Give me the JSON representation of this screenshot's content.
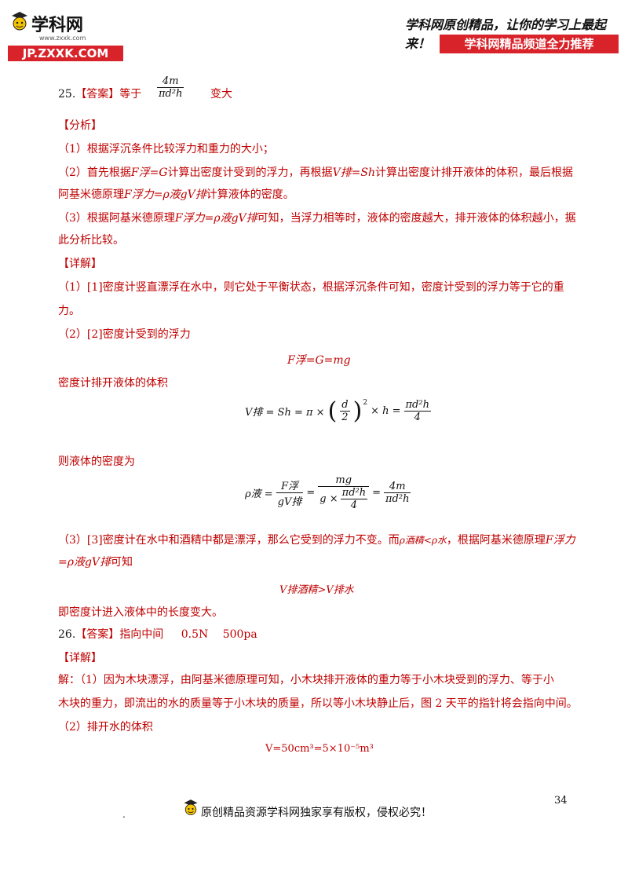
{
  "header": {
    "logo_title": "学科网",
    "logo_url": "www.zxxk.com",
    "logo_brand": "JP.ZXXK.COM",
    "slogan": "学科网原创精品，让你的学习上最起来！",
    "banner": "学科网精品频道全力推荐"
  },
  "q25": {
    "number": "25.",
    "answer_tag": "【答案】",
    "answer_text1": "等于",
    "frac_num": "4m",
    "frac_den": "πd²h",
    "answer_text2": "变大",
    "analysis_tag": "【分析】",
    "a1": "（1）根据浮沉条件比较浮力和重力的大小；",
    "a2_pre": "（2）首先根据",
    "a2_formula1": "F浮=G",
    "a2_mid1": "计算出密度计受到的浮力，再根据",
    "a2_formula2": "V排=Sh",
    "a2_mid2": "计算出密度计排开液体的体积，最后根据",
    "a2_line2_pre": "阿基米德原理",
    "a2_formula3": "F浮力=ρ液gV排",
    "a2_line2_post": "计算液体的密度。",
    "a3_pre": "（3）根据阿基米德原理",
    "a3_formula": "F浮力=ρ液gV排",
    "a3_post": "可知，当浮力相等时，液体的密度越大，排开液体的体积越小，据",
    "a3_line2": "此分析比较。",
    "detail_tag": "【详解】",
    "d1_line1": "（1）[1]密度计竖直漂浮在水中，则它处于平衡状态，根据浮沉条件可知，密度计受到的浮力等于它的重",
    "d1_line2": "力。",
    "d2": "（2）[2]密度计受到的浮力",
    "eq1": "F浮=G=mg",
    "d_volume": "密度计排开液体的体积",
    "eq2_lhs": "V排 = Sh = π ×",
    "eq2_frac_num": "d",
    "eq2_frac_den": "2",
    "eq2_rhs": "× h =",
    "eq2_frac2_num": "πd²h",
    "eq2_frac2_den": "4",
    "d_density": "则液体的密度为",
    "eq3_lhs": "ρ液 =",
    "eq3_f1_num": "F浮",
    "eq3_f1_den": "gV排",
    "eq3_f2_num": "mg",
    "eq3_f2_den_pre": "g ×",
    "eq3_f2_den_num": "πd²h",
    "eq3_f2_den_den": "4",
    "eq3_f3_num": "4m",
    "eq3_f3_den": "πd²h",
    "d3_line1_pre": "（3）[3]密度计在水中和酒精中都是漂浮，那么它受到的浮力不变。而",
    "d3_cmp": "ρ酒精<ρ水",
    "d3_line1_post": "，根据阿基米德原理",
    "d3_line1_formula": "F浮力",
    "d3_line2_formula": "=ρ液gV排",
    "d3_line2_post": "可知",
    "eq4": "V排酒精>V排水",
    "d3_conclusion": "即密度计进入液体中的长度变大。"
  },
  "q26": {
    "number": "26.",
    "answer_tag": "【答案】",
    "answer1": "指向中间",
    "answer2": "0.5N",
    "answer3": "500pa",
    "detail_tag": "【详解】",
    "s1_line1": "解：（1）因为木块漂浮，由阿基米德原理可知，小木块排开液体的重力等于小木块受到的浮力、等于小",
    "s1_line2": "木块的重力，即流出的水的质量等于小木块的质量，所以等小木块静止后，图 2 天平的指针将会指向中间。",
    "s2": "（2）排开水的体积",
    "eq5": "V=50cm³=5×10⁻⁵m³"
  },
  "footer": {
    "dot": ".",
    "copyright": "原创精品资源学科网独家享有版权，侵权必究！",
    "page_number": "34"
  }
}
